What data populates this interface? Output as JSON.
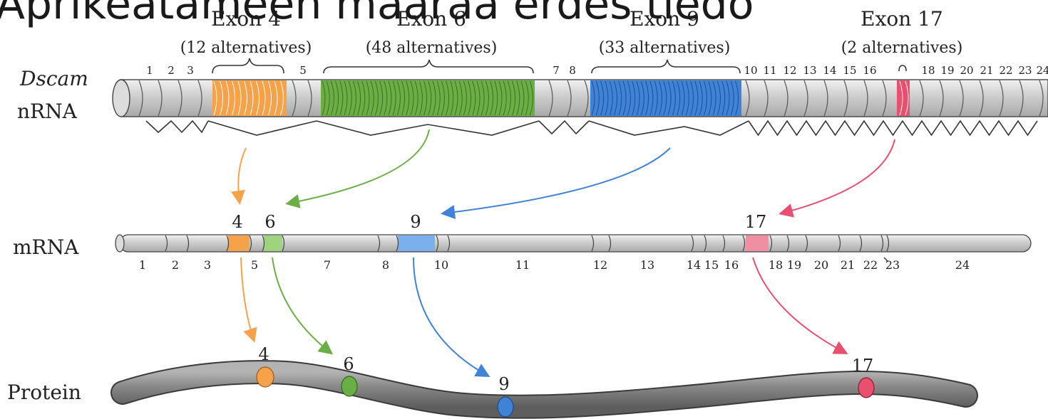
{
  "overlay_text": "Aprikeatameen maaraa erdes tiedo",
  "row_labels": {
    "nrna_line1": "Dscam",
    "nrna_line2": "nRNA",
    "mrna": "mRNA",
    "protein": "Protein"
  },
  "exon_headers": [
    {
      "title": "Exon 4",
      "subtitle": "(12 alternatives)"
    },
    {
      "title": "Exon 6",
      "subtitle": "(48 alternatives)"
    },
    {
      "title": "Exon 9",
      "subtitle": "(33 alternatives)"
    },
    {
      "title": "Exon 17",
      "subtitle": "(2 alternatives)"
    }
  ],
  "nrna_numbers": [
    "1",
    "2",
    "3",
    "5",
    "7",
    "8",
    "10",
    "11",
    "12",
    "13",
    "14",
    "15",
    "16",
    "18",
    "19",
    "20",
    "21",
    "22",
    "23",
    "24"
  ],
  "mrna_top_labels": [
    "4",
    "6",
    "9",
    "17"
  ],
  "mrna_bottom_labels": [
    "1",
    "2",
    "3",
    "5",
    "7",
    "8",
    "10",
    "11",
    "12",
    "13",
    "14",
    "15",
    "16",
    "18",
    "19",
    "20",
    "21",
    "22",
    "23",
    "24"
  ],
  "protein_labels": [
    "4",
    "6",
    "9",
    "17"
  ],
  "colors": {
    "exon4": "#f5a24a",
    "exon6": "#6cae46",
    "exon9": "#3f82d6",
    "exon17": "#e8506e",
    "tube": "#c9c9c9",
    "protein": "#8f8f8f"
  }
}
